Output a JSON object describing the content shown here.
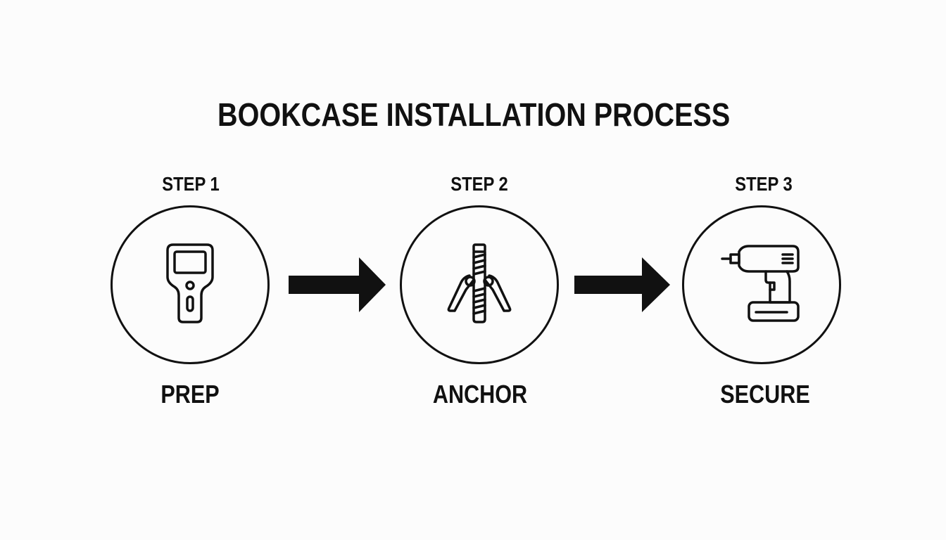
{
  "title": "BOOKCASE INSTALLATION PROCESS",
  "steps": [
    {
      "label": "STEP 1",
      "name": "PREP",
      "icon": "stud-finder-icon"
    },
    {
      "label": "STEP 2",
      "name": "ANCHOR",
      "icon": "toggle-anchor-icon"
    },
    {
      "label": "STEP 3",
      "name": "SECURE",
      "icon": "power-drill-icon"
    }
  ],
  "colors": {
    "background": "#fcfcfc",
    "ink": "#111111"
  }
}
